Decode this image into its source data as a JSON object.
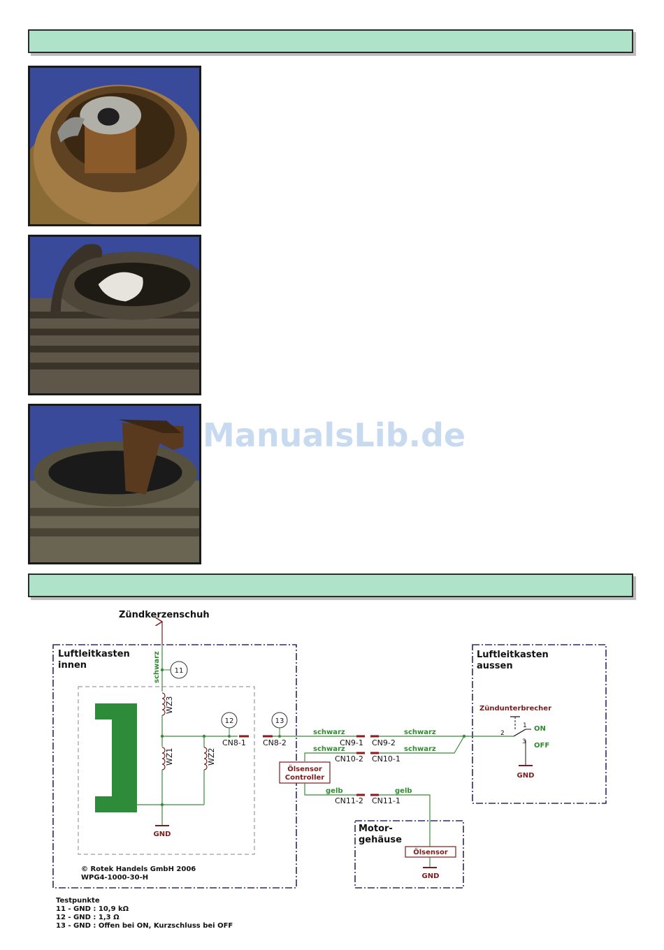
{
  "watermark": "ManualsLib.de",
  "diagram": {
    "top_label": "Zündkerzenschuh",
    "box_inner_title": [
      "Luftleitkasten",
      "innen"
    ],
    "box_outer_title": [
      "Luftleitkasten",
      "aussen"
    ],
    "box_motor_title": [
      "Motor-",
      "gehäuse"
    ],
    "wire_black": "schwarz",
    "wire_yellow": "gelb",
    "coils": {
      "wz3": "WZ3",
      "wz1": "WZ1",
      "wz2": "WZ2"
    },
    "testpoints": {
      "tp11": "11",
      "tp12": "12",
      "tp13": "13"
    },
    "connectors": {
      "cn8_1": "CN8-1",
      "cn8_2": "CN8-2",
      "cn9_1": "CN9-1",
      "cn9_2": "CN9-2",
      "cn10_2": "CN10-2",
      "cn10_1": "CN10-1",
      "cn11_2": "CN11-2",
      "cn11_1": "CN11-1"
    },
    "oilsensor_controller": [
      "Ölsensor",
      "Controller"
    ],
    "oilsensor": "Ölsensor",
    "switch": {
      "title": "Zündunterbrecher",
      "pin1": "1",
      "pin2": "2",
      "pin3": "3",
      "on": "ON",
      "off": "OFF"
    },
    "gnd": "GND",
    "copyright": "© Rotek Handels GmbH 2006",
    "code": "WPG4-1000-30-H",
    "tests": {
      "title": "Testpunkte",
      "lines": [
        "11 - GND : 10,9 kΩ",
        "12 - GND : 1,3 Ω",
        "13 - GND : Offen bei ON, Kurzschluss bei OFF"
      ]
    }
  }
}
